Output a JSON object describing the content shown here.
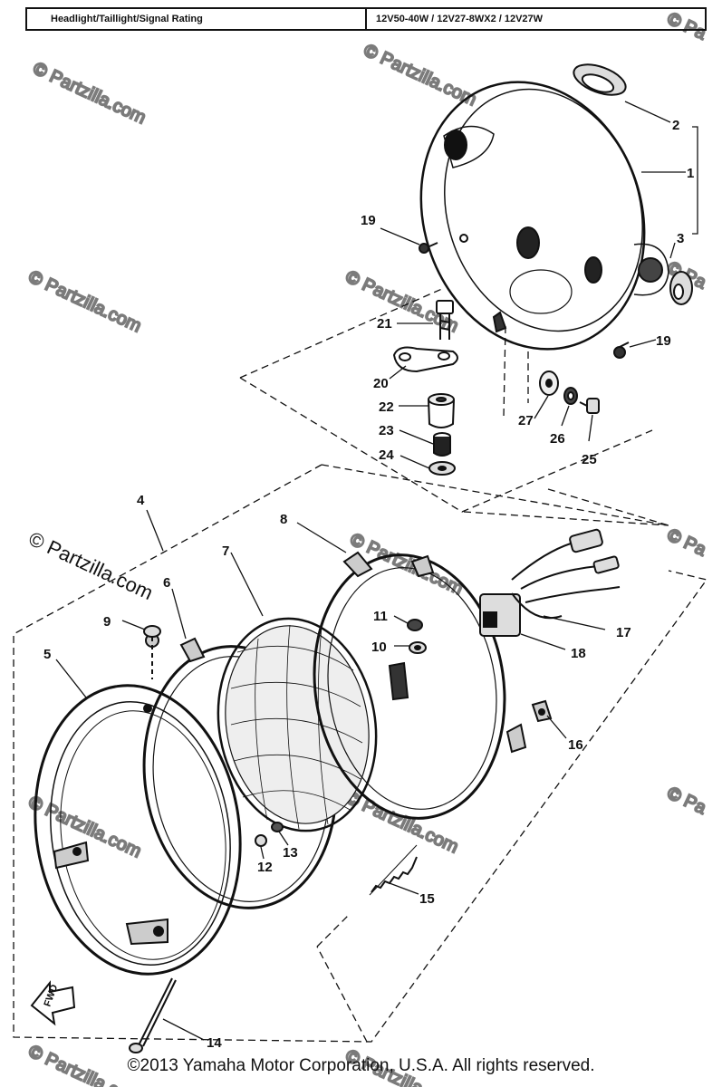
{
  "spec": {
    "label": "Headlight/Taillight/Signal Rating",
    "value": "12V50-40W / 12V27-8WX2 / 12V27W"
  },
  "parts": {
    "p1": "1",
    "p2": "2",
    "p3": "3",
    "p4": "4",
    "p5": "5",
    "p6": "6",
    "p7": "7",
    "p8": "8",
    "p9": "9",
    "p10": "10",
    "p11": "11",
    "p12": "12",
    "p13": "13",
    "p14": "14",
    "p15": "15",
    "p16": "16",
    "p17": "17",
    "p18": "18",
    "p19a": "19",
    "p19b": "19",
    "p20": "20",
    "p21": "21",
    "p22": "22",
    "p23": "23",
    "p24": "24",
    "p25": "25",
    "p26": "26",
    "p27": "27"
  },
  "fwd": "FWD",
  "watermarks": {
    "w1": "© Partzilla.com",
    "w2": "© Partzilla.com",
    "w3": "© Partzilla.com",
    "w4": "© Partzilla.com",
    "w5": "© Partzilla.com",
    "w6": "© Pa",
    "w7": "© Partzilla.com",
    "w8": "© Partzilla.com",
    "w9": "© Pa",
    "w10": "© Partzilla.com",
    "w11": "© Pa",
    "w12": "© Partzilla.com",
    "w13": "© Partzilla.com",
    "w14": "© Pa"
  },
  "copyright": "©2013  Yamaha Motor Corporation, U.S.A. All rights reserved."
}
